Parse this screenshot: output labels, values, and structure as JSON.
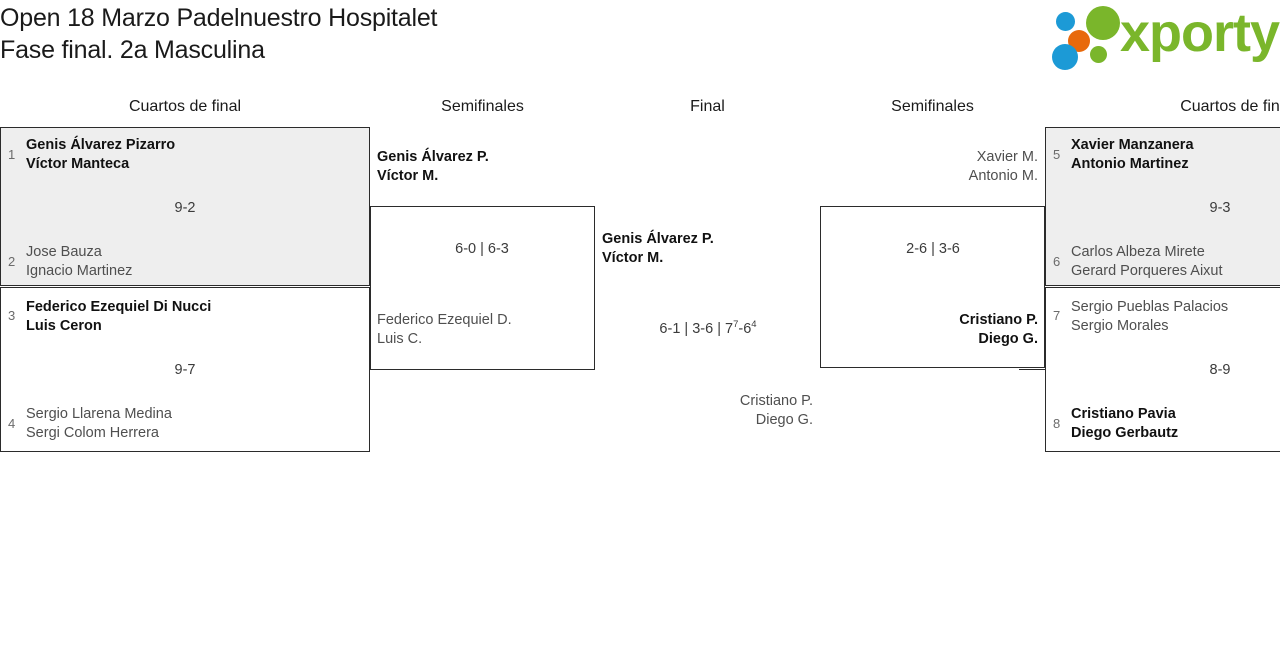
{
  "header": {
    "title_line1": "Open 18 Marzo Padelnuestro Hospitalet",
    "title_line2": "Fase final. 2a Masculina",
    "logo_text": "xporty",
    "logo_colors": {
      "green": "#7ab62b",
      "blue": "#1c9ad6",
      "orange": "#e8690b"
    }
  },
  "rounds": {
    "qf_left": "Cuartos de final",
    "sf_left": "Semifinales",
    "final": "Final",
    "sf_right": "Semifinales",
    "qf_right": "Cuartos de fin"
  },
  "bracket": {
    "qf_left": [
      {
        "seed_top": "1",
        "top": {
          "p1": "Genis Álvarez Pizarro",
          "p2": "Víctor Manteca",
          "winner": true
        },
        "seed_bottom": "2",
        "bottom": {
          "p1": "Jose Bauza",
          "p2": "Ignacio Martinez",
          "winner": false
        },
        "score": "9-2",
        "shaded": true
      },
      {
        "seed_top": "3",
        "top": {
          "p1": "Federico Ezequiel Di Nucci",
          "p2": "Luis Ceron",
          "winner": true
        },
        "seed_bottom": "4",
        "bottom": {
          "p1": "Sergio Llarena Medina",
          "p2": "Sergi Colom Herrera",
          "winner": false
        },
        "score": "9-7",
        "shaded": false
      }
    ],
    "sf_left": {
      "top": {
        "p1": "Genis Álvarez P.",
        "p2": "Víctor M.",
        "winner": true
      },
      "bottom": {
        "p1": "Federico Ezequiel D.",
        "p2": "Luis C.",
        "winner": false
      },
      "score": "6-0 | 6-3"
    },
    "final": {
      "top": {
        "p1": "Genis Álvarez P.",
        "p2": "Víctor M.",
        "winner": true
      },
      "bottom": {
        "p1": "Cristiano P.",
        "p2": "Diego G.",
        "winner": false
      },
      "score_sets": "6-1 | 3-6 | 7",
      "score_tb1": "7",
      "score_mid": "-6",
      "score_tb2": "4",
      "score_full": "6-1 | 3-6 | 7⁷-6⁴"
    },
    "sf_right": {
      "top": {
        "p1": "Xavier M.",
        "p2": "Antonio M.",
        "winner": false
      },
      "bottom": {
        "p1": "Cristiano P.",
        "p2": "Diego G.",
        "winner": true
      },
      "score": "2-6 | 3-6"
    },
    "qf_right": [
      {
        "seed_top": "5",
        "top": {
          "p1": "Xavier Manzanera",
          "p2": "Antonio Martinez",
          "winner": true
        },
        "seed_bottom": "6",
        "bottom": {
          "p1": "Carlos Albeza Mirete",
          "p2": "Gerard Porqueres Aixut",
          "winner": false
        },
        "score": "9-3",
        "shaded": true
      },
      {
        "seed_top": "7",
        "top": {
          "p1": "Sergio Pueblas Palacios",
          "p2": "Sergio Morales",
          "winner": false
        },
        "seed_bottom": "8",
        "bottom": {
          "p1": "Cristiano Pavia",
          "p2": "Diego Gerbautz",
          "winner": true
        },
        "score": "8-9",
        "shaded": false
      }
    ]
  }
}
